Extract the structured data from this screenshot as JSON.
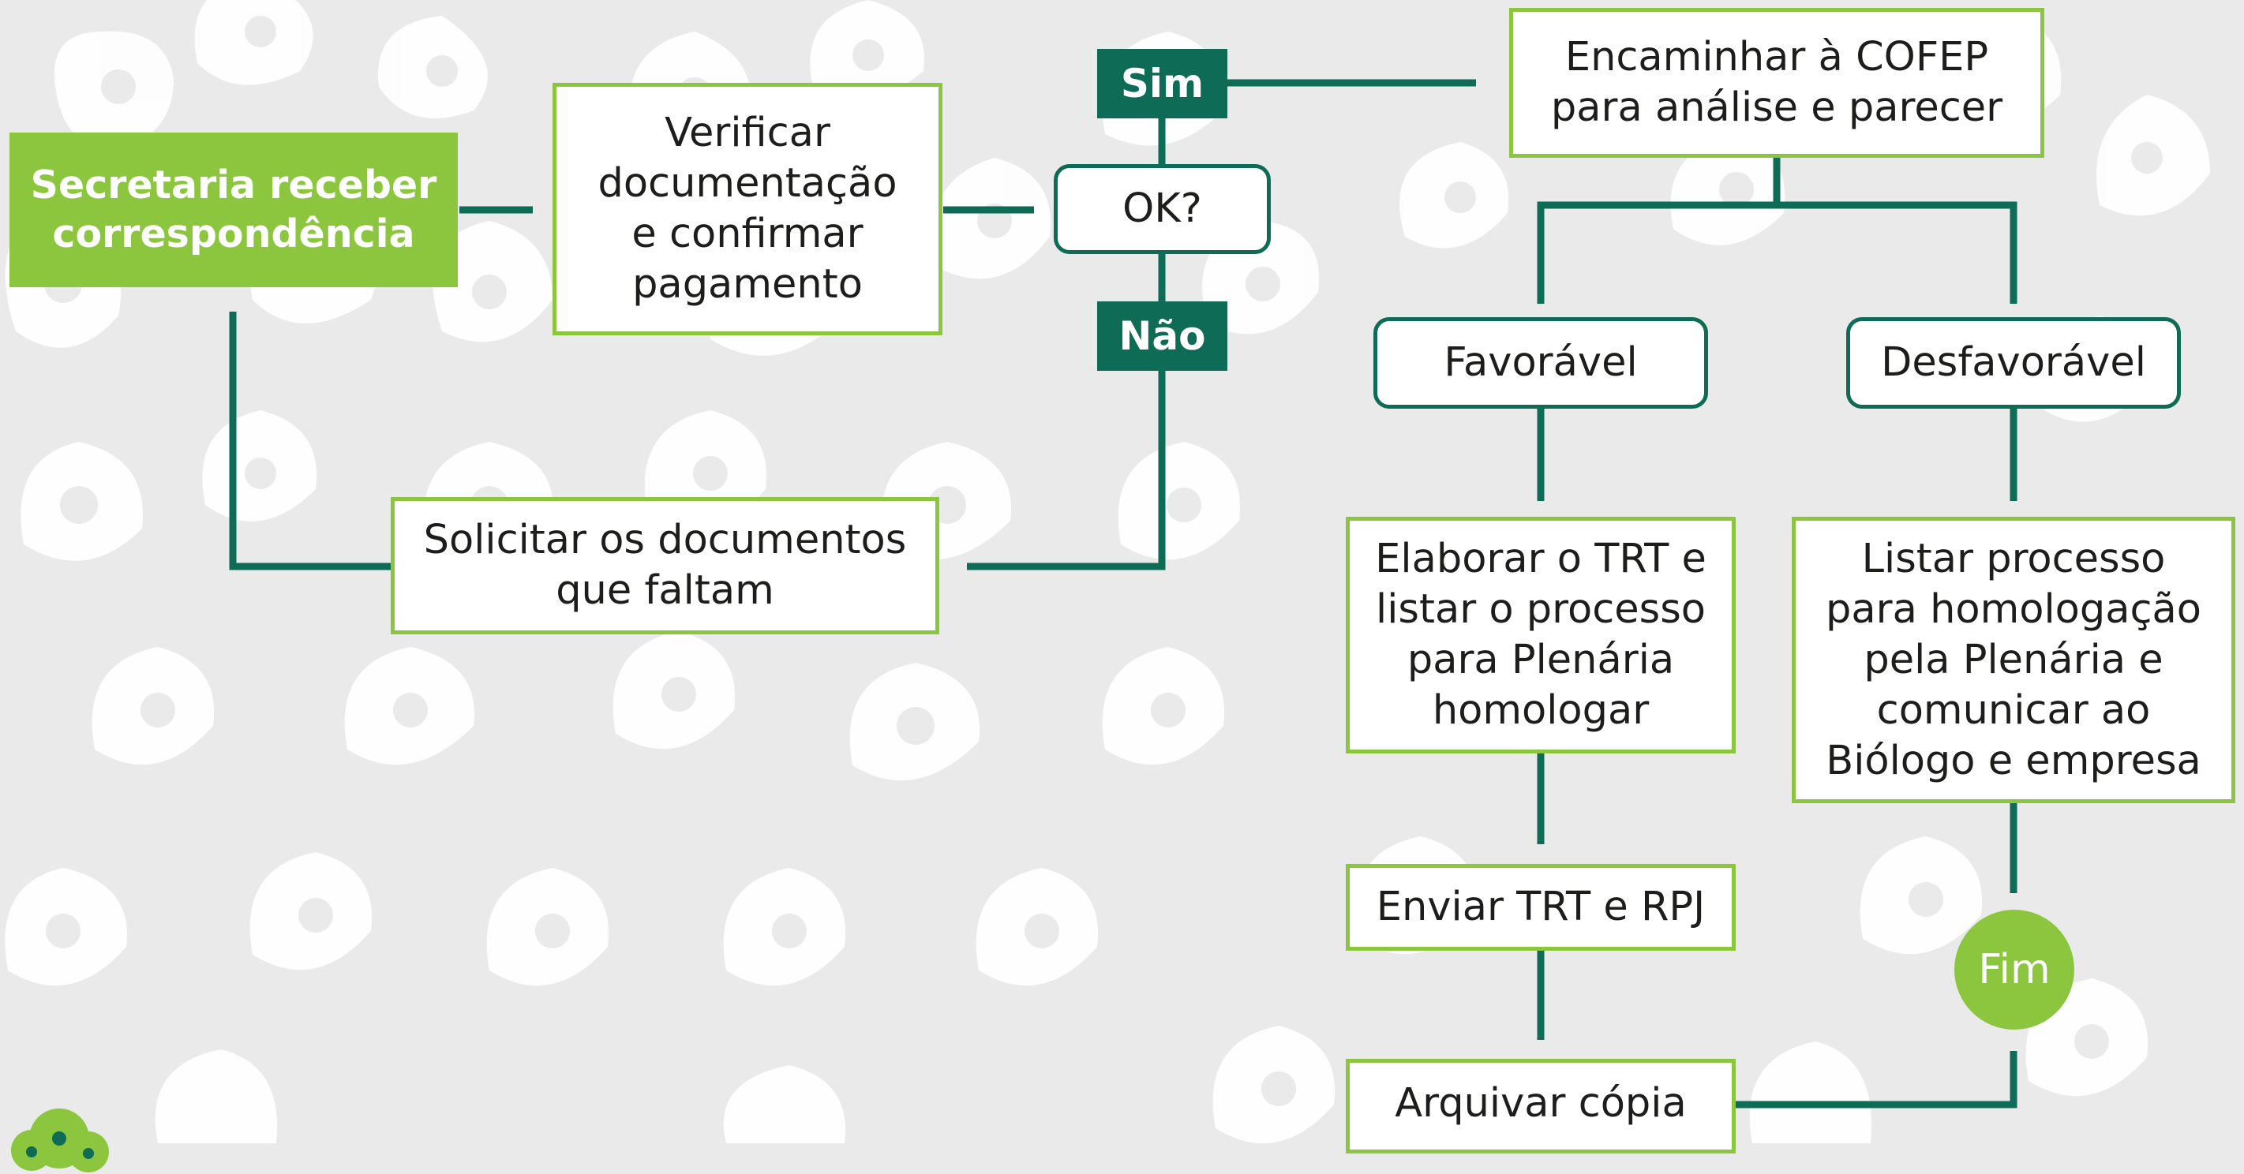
{
  "flowchart": {
    "start": "Secretaria receber\ncorrespondência",
    "verify": "Verificar\ndocumentação\ne confirmar\npagamento",
    "decision": "OK?",
    "yes_label": "Sim",
    "no_label": "Não",
    "request_docs": "Solicitar os documentos\nque faltam",
    "forward": "Encaminhar à COFEP\npara análise e parecer",
    "favorable": "Favorável",
    "unfavorable": "Desfavorável",
    "elaborate": "Elaborar o TRT e\nlistar o processo\npara Plenária\nhomologar",
    "list_process": "Listar processo\npara homologação\npela Plenária e\ncomunicar ao\nBiólogo e empresa",
    "send": "Enviar TRT e RPJ",
    "archive": "Arquivar cópia",
    "end": "Fim"
  },
  "colors": {
    "dark_green": "#0e6b55",
    "light_green": "#8cc63f",
    "background": "#e9eae9",
    "pattern": "#ffffff"
  },
  "icons": [
    "background-pattern",
    "logo-icon"
  ]
}
